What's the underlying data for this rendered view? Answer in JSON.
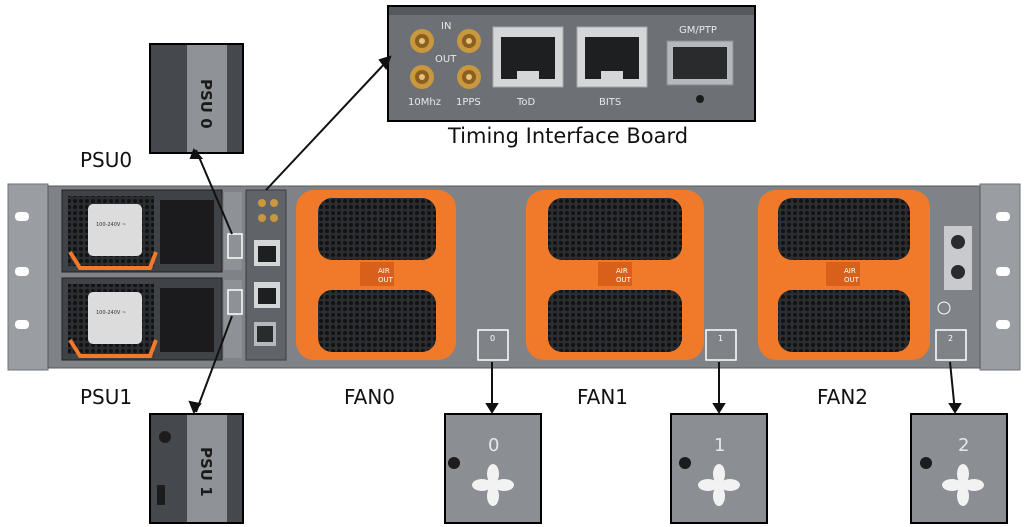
{
  "labels": {
    "psu0": "PSU0",
    "psu1": "PSU1",
    "fan0": "FAN0",
    "fan1": "FAN1",
    "fan2": "FAN2",
    "timing_board": "Timing Interface Board"
  },
  "timing_inset": {
    "in": "IN",
    "out": "OUT",
    "10mhz": "10Mhz",
    "1pps": "1PPS",
    "tod": "ToD",
    "bits": "BITS",
    "gm_ptp": "GM/PTP"
  },
  "psu_insets": {
    "psu0_text": "PSU 0",
    "psu1_text": "PSU 1"
  },
  "fan_insets": {
    "fan0_number": "0",
    "fan1_number": "1",
    "fan2_number": "2"
  },
  "fan_modules": {
    "air_label_top": "AIR",
    "air_label_bottom": "OUT",
    "slot0": "0",
    "slot1": "1",
    "slot2": "2"
  },
  "psu_modules": {
    "rating_text": "100-240V ~"
  },
  "colors": {
    "fan_orange": "#f07a2a",
    "chassis_gray": "#8e9196",
    "dark_gray": "#4d5055"
  }
}
